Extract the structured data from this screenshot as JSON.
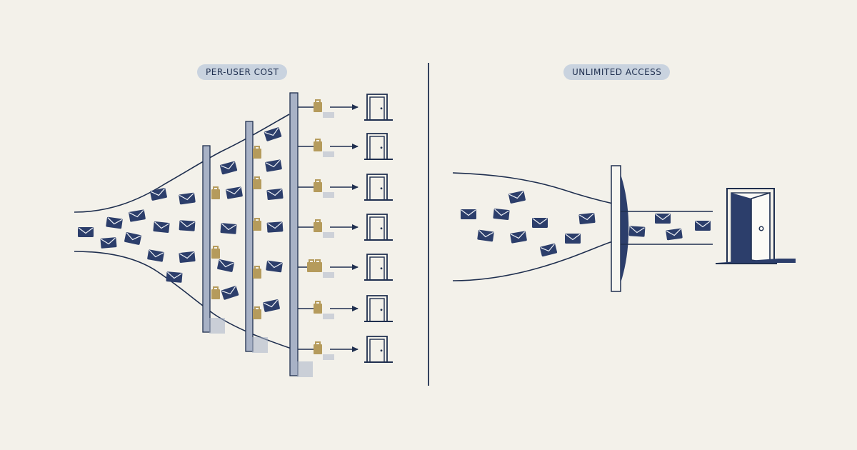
{
  "labels": {
    "left_panel": "PER-USER COST",
    "right_panel": "UNLIMITED ACCESS"
  },
  "colors": {
    "background": "#f3f1ea",
    "ink": "#1f2f4f",
    "envelope": "#2c3e6b",
    "gate": "#a8b2c6",
    "lock": "#b59b5c",
    "pill": "#c9d3df"
  },
  "icons": [
    "envelope-icon",
    "gate-bar",
    "lock-icon",
    "arrow-icon",
    "door-icon",
    "open-door-icon"
  ]
}
